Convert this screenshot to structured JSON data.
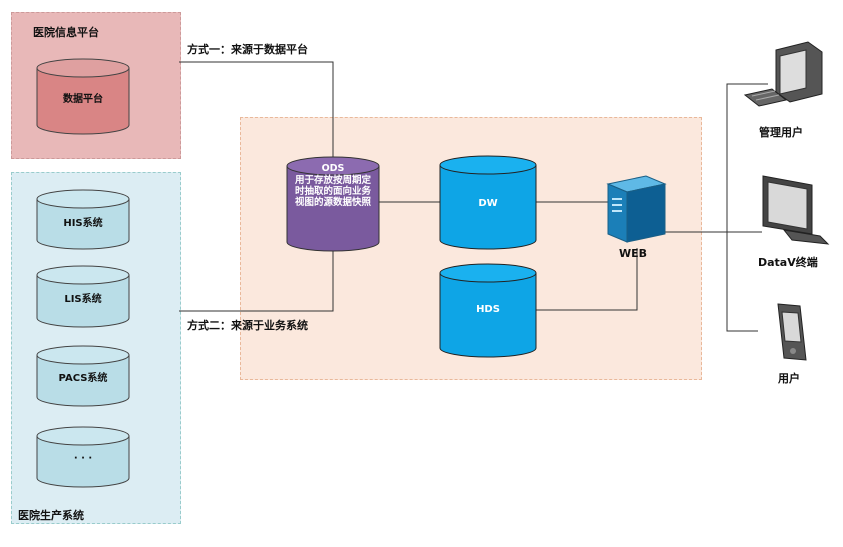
{
  "regions": {
    "platform": {
      "title": "医院信息平台",
      "db": "数据平台"
    },
    "production": {
      "title": "医院生产系统",
      "systems": [
        "HIS系统",
        "LIS系统",
        "PACS系统",
        "· · ·"
      ]
    }
  },
  "connections": {
    "method1": "方式一：来源于数据平台",
    "method2": "方式二：来源于业务系统"
  },
  "center": {
    "ods_title": "ODS",
    "ods_desc": "用于存放按周期定时抽取的面向业务视图的源数据快照",
    "dw": "DW",
    "hds": "HDS",
    "web": "WEB"
  },
  "clients": {
    "admin": "管理用户",
    "datav": "DataV终端",
    "user": "用户"
  },
  "colors": {
    "platform_bg": "#e8b8b8",
    "production_bg": "#dcedf3",
    "center_bg": "#fbe8dd",
    "cyl_blue": "#0ea5e6",
    "cyl_purple": "#7a5a9e",
    "cyl_light": "#b9dde7",
    "cyl_pink": "#d98585"
  }
}
